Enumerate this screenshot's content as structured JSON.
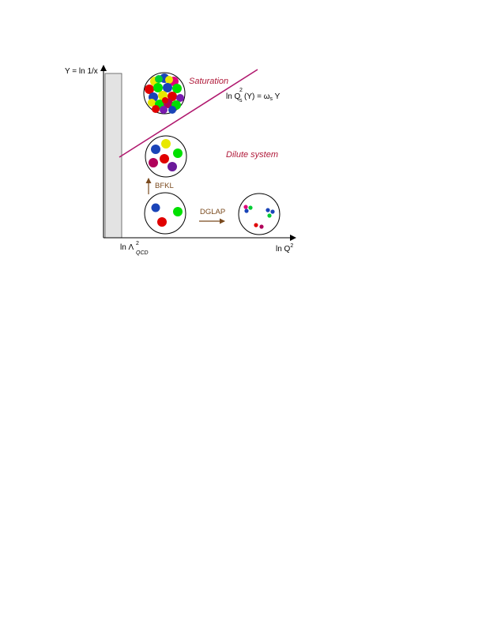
{
  "axes": {
    "y_label": "Y = ln 1/x",
    "x_label_main": "ln Q",
    "x_label_sup": "2",
    "lambda_prefix": "ln Λ",
    "lambda_sup": "2",
    "lambda_sub": "QCD"
  },
  "regions": {
    "saturation": "Saturation",
    "dilute": "Dilute system"
  },
  "saturation_line": {
    "prefix": "ln Q",
    "sub_s": "s",
    "sup_2": "2",
    "mid": "(Y) = ",
    "omega": "ω",
    "omega_sub": "s",
    "suffix": " Y"
  },
  "evolution": {
    "bfkl": "BFKL",
    "dglap": "DGLAP"
  },
  "colors": {
    "saturation_line": "#b0186e",
    "region_text": "#b01a3a",
    "arrow": "#7a4a1e",
    "shaded_region": "#e3e3e3"
  }
}
